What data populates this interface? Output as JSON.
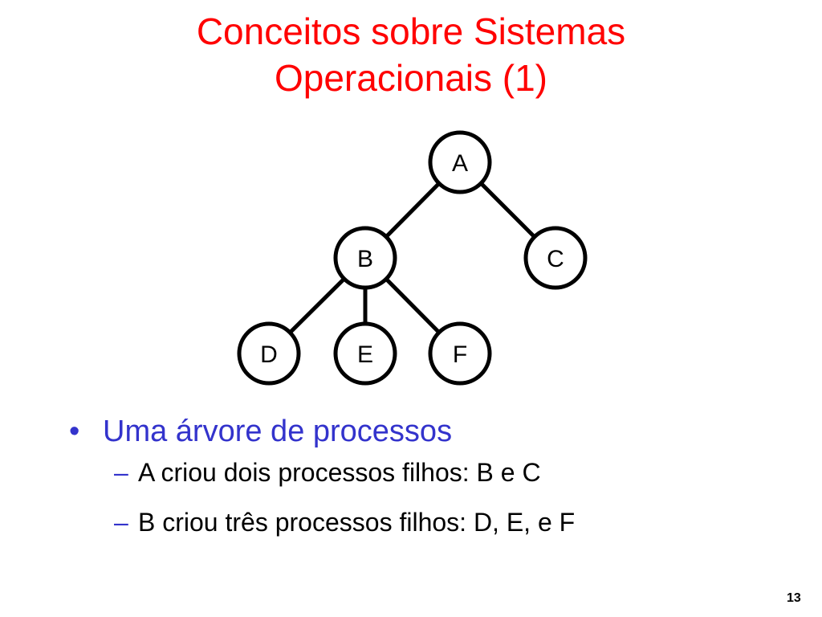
{
  "slide": {
    "title_lines": [
      "Conceitos sobre Sistemas",
      "Operacionais (1)"
    ],
    "page_number": "13"
  },
  "diagram": {
    "nodes": [
      {
        "id": "A",
        "label": "A",
        "depth": 0
      },
      {
        "id": "B",
        "label": "B",
        "depth": 1
      },
      {
        "id": "C",
        "label": "C",
        "depth": 1
      },
      {
        "id": "D",
        "label": "D",
        "depth": 2
      },
      {
        "id": "E",
        "label": "E",
        "depth": 2
      },
      {
        "id": "F",
        "label": "F",
        "depth": 2
      }
    ],
    "edges": [
      {
        "from": "A",
        "to": "B"
      },
      {
        "from": "A",
        "to": "C"
      },
      {
        "from": "B",
        "to": "D"
      },
      {
        "from": "B",
        "to": "E"
      },
      {
        "from": "B",
        "to": "F"
      }
    ]
  },
  "bullets": {
    "marker": "•",
    "main": "Uma árvore de processos",
    "sub_marker": "–",
    "subs": [
      "A criou dois processos filhos: B e C",
      "B criou três processos filhos: D, E, e F"
    ]
  }
}
